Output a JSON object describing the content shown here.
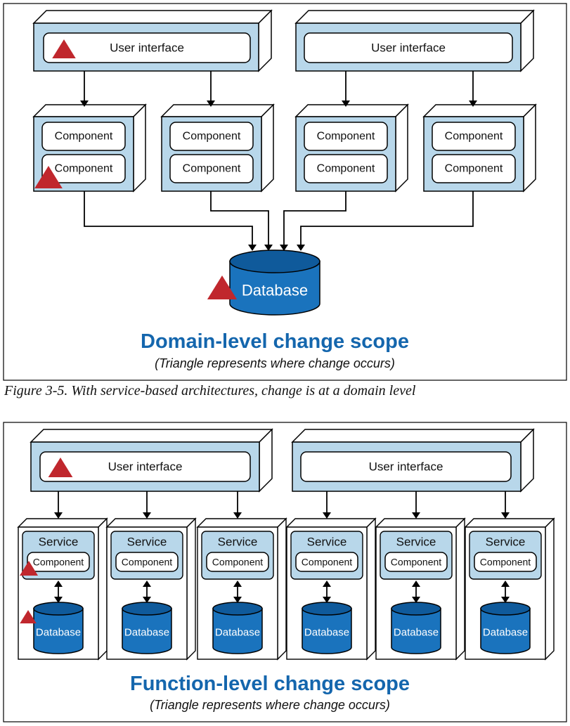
{
  "colors": {
    "box_fill": "#b8d7ea",
    "box_side": "#ffffff",
    "label_fill": "#ffffff",
    "accent_blue": "#1466ad",
    "cylinder_blue": "#1a73bd",
    "cylinder_top": "#0f5a9b",
    "triangle_red": "#c0272d",
    "line": "#000000"
  },
  "figure1": {
    "ui_labels": [
      "User interface",
      "User interface"
    ],
    "component_label": "Component",
    "database_label": "Database",
    "scope_title": "Domain-level change scope",
    "scope_note": "(Triangle represents where change occurs)"
  },
  "caption": "Figure 3-5. With service-based architectures, change is at a domain level",
  "figure2": {
    "ui_labels": [
      "User interface",
      "User interface"
    ],
    "service_label": "Service",
    "component_label": "Component",
    "database_label": "Database",
    "scope_title": "Function-level change scope",
    "scope_note": "(Triangle represents where change occurs)"
  }
}
